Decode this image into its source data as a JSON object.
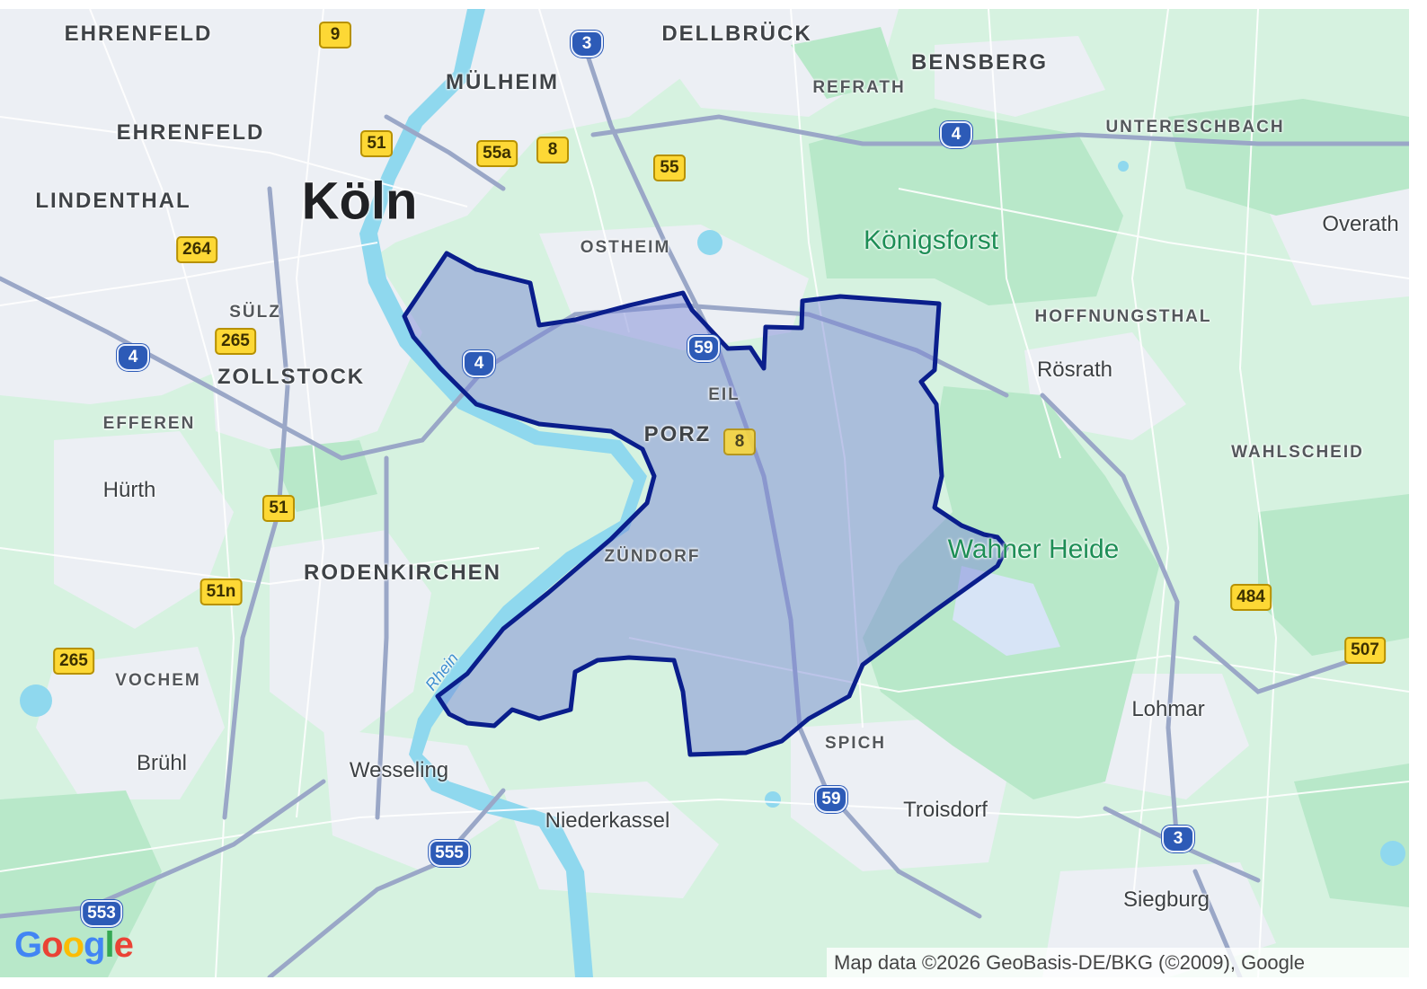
{
  "map": {
    "city_label": "Köln",
    "districts": [
      "EHRENFELD",
      "EHRENFELD",
      "MÜLHEIM",
      "DELLBRÜCK",
      "BENSBERG",
      "LINDENTHAL",
      "SÜLZ",
      "ZOLLSTOCK",
      "EFFEREN",
      "RODENKIRCHEN",
      "VOCHEM",
      "PORZ",
      "ZÜNDORF",
      "SPICH"
    ],
    "small_districts": [
      "REFRATH",
      "UNTERESCHBACH",
      "OSTHEIM",
      "HOFFNUNGSTHAL",
      "EIL",
      "WAHLSCHEID"
    ],
    "towns": [
      "Overath",
      "Rösrath",
      "Hürth",
      "Lohmar",
      "Brühl",
      "Wesseling",
      "Niederkassel",
      "Troisdorf",
      "Siegburg"
    ],
    "parks": [
      "Königsforst",
      "Wahner Heide"
    ],
    "river": "Rhein",
    "road_shields_yellow": [
      "9",
      "51",
      "55a",
      "8",
      "55",
      "264",
      "265",
      "51",
      "51n",
      "265",
      "8",
      "484",
      "507"
    ],
    "road_shields_blue": [
      "3",
      "4",
      "4",
      "4",
      "59",
      "59",
      "555",
      "553",
      "3"
    ],
    "highlighted_area": "Porz",
    "colors": {
      "land": "#d6f2e0",
      "urban": "#eef0f4",
      "forest": "#b6e6c7",
      "water": "#8fd8ee",
      "boundary": "#0a1e8c",
      "highlight_fill": "#7a86d6"
    }
  },
  "footer": {
    "logo": "Google",
    "attribution": "Map data ©2026 GeoBasis-DE/BKG (©2009), Google"
  }
}
